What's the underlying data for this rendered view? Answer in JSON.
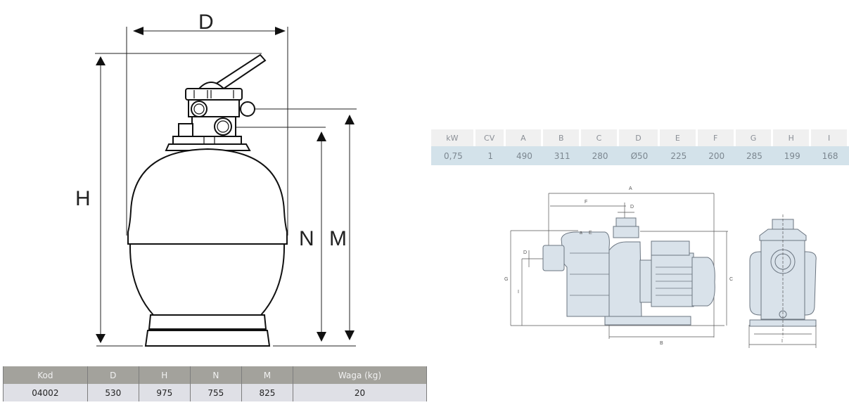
{
  "filter_diagram": {
    "labels": {
      "width": "D",
      "height": "H",
      "inlet_height": "N",
      "outlet_height": "M"
    }
  },
  "filter_table": {
    "headers": [
      "Kod",
      "D",
      "H",
      "N",
      "M",
      "Waga (kg)"
    ],
    "rows": [
      [
        "04002",
        "530",
        "975",
        "755",
        "825",
        "20"
      ]
    ]
  },
  "pump_table": {
    "headers": [
      "kW",
      "CV",
      "A",
      "B",
      "C",
      "D",
      "E",
      "F",
      "G",
      "H",
      "I"
    ],
    "rows": [
      [
        "0,75",
        "1",
        "490",
        "311",
        "280",
        "Ø50",
        "225",
        "200",
        "285",
        "199",
        "168"
      ]
    ]
  },
  "pump_diagram": {
    "labels": {
      "a": "A",
      "b": "B",
      "c": "C",
      "d_top": "D",
      "d_side": "D",
      "f": "F",
      "g": "G",
      "i_side": "I",
      "i_front": "I",
      "small1": "a",
      "small2": "E"
    }
  },
  "colors": {
    "filter_header": "#a3a29c",
    "filter_row": "#dfe0e6",
    "pump_header": "#f0f0f0",
    "pump_row": "#d3e2ea",
    "pump_body": "#d9e2ea"
  }
}
